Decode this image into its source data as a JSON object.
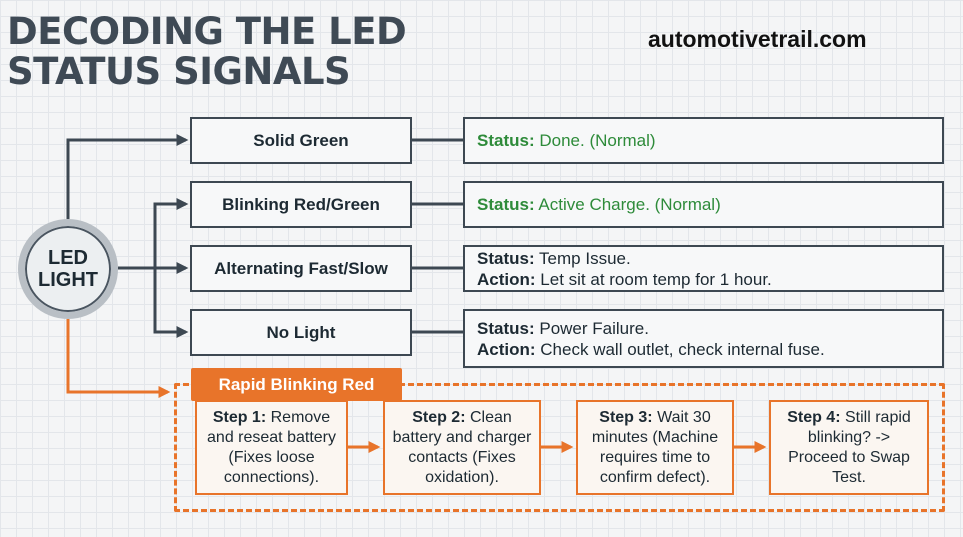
{
  "title": {
    "line1": "DECODING THE LED",
    "line2": "STATUS SIGNALS"
  },
  "site": "automotivetrail.com",
  "hub": {
    "line1": "LED",
    "line2": "LIGHT"
  },
  "signals": [
    {
      "label": "Solid Green",
      "status_label": "Status:",
      "status_text": "Done. (Normal)"
    },
    {
      "label": "Blinking Red/Green",
      "status_label": "Status:",
      "status_text": "Active Charge. (Normal)"
    },
    {
      "label": "Alternating Fast/Slow",
      "status_label": "Status:",
      "status_text": "Temp Issue.",
      "action_label": "Action:",
      "action_text": "Let sit at room temp for 1 hour."
    },
    {
      "label": "No Light",
      "status_label": "Status:",
      "status_text": "Power Failure.",
      "action_label": "Action:",
      "action_text": "Check wall outlet, check internal fuse."
    }
  ],
  "rapid": {
    "label": "Rapid Blinking Red",
    "steps": [
      {
        "head": "Step 1:",
        "text": "Remove and reseat battery (Fixes loose connections)."
      },
      {
        "head": "Step 2:",
        "text": "Clean battery and charger contacts (Fixes oxidation)."
      },
      {
        "head": "Step 3:",
        "text": "Wait 30 minutes (Machine requires time to confirm defect)."
      },
      {
        "head": "Step 4:",
        "text": "Still rapid blinking? -> Proceed to Swap Test."
      }
    ]
  },
  "colors": {
    "dark_line": "#3d4852",
    "orange": "#e8742a",
    "normal_status": "#2e8b3a"
  }
}
